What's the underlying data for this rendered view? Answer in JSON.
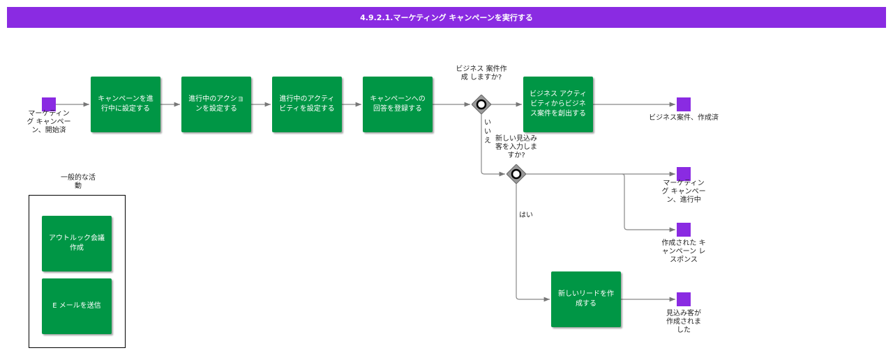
{
  "title": "4.9.2.1.マーケティング キャンペーンを実行する",
  "tasks": {
    "set_in_progress": "キャンペーンを進行中に設定する",
    "set_action": "進行中のアクションを設定する",
    "set_activity": "進行中のアクティビティを設定する",
    "register_response": "キャンペーンへの回答を登録する",
    "create_opportunity": "ビジネス アクティビティからビジネス案件を創出する",
    "create_lead": "新しいリードを作成する",
    "outlook_meeting": "アウトルック会議作成",
    "send_email": "E メールを送信"
  },
  "events": {
    "start": "マーケティング キャンペーン、開始済",
    "opportunity_created": "ビジネス案件、作成済",
    "campaign_in_progress": "マーケティング キャンペーン、進行中",
    "response_created": "作成された キャンペーン レスポンス",
    "prospect_created": "見込み客が作成されました"
  },
  "gateways": {
    "create_opportunity_q": "ビジネス 案件作成 しますか?",
    "new_prospect_q": "新しい見込み客を入力しますか?"
  },
  "flow_labels": {
    "no": "いいえ",
    "yes": "はい"
  },
  "group": {
    "title": "一般的な活動"
  },
  "colors": {
    "header": "#8a2be2",
    "task": "#009645",
    "event": "#8a2be2",
    "gateway": "#999999"
  }
}
